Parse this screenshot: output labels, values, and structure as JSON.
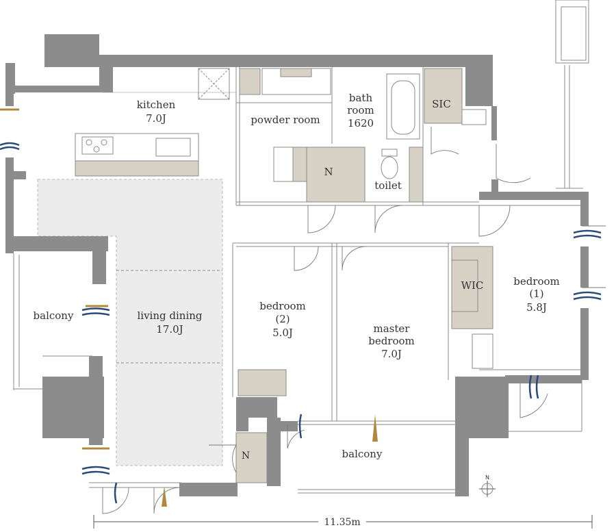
{
  "rooms": {
    "kitchen": {
      "name": "kitchen",
      "size": "7.0J"
    },
    "powder_room": {
      "name": "powder room"
    },
    "bath": {
      "line1": "bath",
      "line2": "room",
      "line3": "1620"
    },
    "sic": {
      "name": "SIC"
    },
    "n_storage_upper": {
      "name": "N"
    },
    "toilet": {
      "name": "toilet"
    },
    "living_dining": {
      "name": "living dining",
      "size": "17.0J"
    },
    "balcony_left": {
      "name": "balcony"
    },
    "bedroom2": {
      "name": "bedroom",
      "number": "(2)",
      "size": "5.0J"
    },
    "master_bedroom": {
      "line1": "master",
      "line2": "bedroom",
      "size": "7.0J"
    },
    "wic": {
      "name": "WIC"
    },
    "bedroom1": {
      "name": "bedroom",
      "number": "(1)",
      "size": "5.8J"
    },
    "balcony_bottom": {
      "name": "balcony"
    },
    "n_storage_lower": {
      "name": "N"
    }
  },
  "dimension": {
    "width": "11.35m"
  },
  "compass": {
    "label": "N"
  },
  "colors": {
    "wall": "#8c8c8c",
    "storage": "#d8d2c6",
    "floor_area": "#ececec",
    "window_navy": "#2a4a7a",
    "window_gold": "#b08a3c"
  }
}
